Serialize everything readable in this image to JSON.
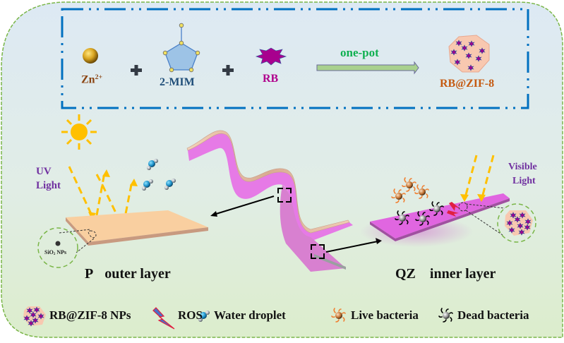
{
  "synthesis": {
    "reagents": [
      {
        "id": "zn",
        "label": "Zn",
        "superscript": "2+",
        "icon": "gold-sphere-icon",
        "color": "#8b4513"
      },
      {
        "id": "mim",
        "label": "2-MIM",
        "icon": "pentagon-molecule-icon",
        "color": "#1f4e79"
      },
      {
        "id": "rb",
        "label": "RB",
        "icon": "magenta-star-icon",
        "color": "#b0008c"
      }
    ],
    "plus_sign": "+",
    "arrow_label": "one-pot",
    "arrow_label_color": "#0fb050",
    "product_label": "RB@ZIF-8",
    "product_color": "#c55a11",
    "border_color": "#0070c0"
  },
  "left_panel": {
    "light_label_line1": "UV",
    "light_label_line2": "Light",
    "light_color": "#7030a0",
    "inset_label": "SiO",
    "inset_label_sub": "2",
    "inset_label_suffix": " NPs",
    "caption_prefix": "P",
    "caption": "outer layer",
    "surface_color": "#f9c99b"
  },
  "right_panel": {
    "light_label_line1": "Visible",
    "light_label_line2": "Light",
    "light_color": "#7030a0",
    "caption_prefix": "QZ",
    "caption": "inner layer",
    "surface_color": "#e066e0"
  },
  "legend": {
    "items": [
      {
        "icon": "rb-zif8-nanoparticle-icon",
        "label": "RB@ZIF-8 NPs"
      },
      {
        "icon": "ros-lightning-icon",
        "label": "ROS"
      },
      {
        "icon": "water-droplet-molecule-icon",
        "label": "Water droplet"
      },
      {
        "icon": "live-bacteria-icon",
        "label": "Live bacteria"
      },
      {
        "icon": "dead-bacteria-icon",
        "label": "Dead bacteria"
      }
    ]
  },
  "colors": {
    "frame_border": "#7ab648",
    "background_top": "#deebf5",
    "background_bottom": "#e3f0d5",
    "light_ray": "#ffc000",
    "fabric_outer": "#e8c0a5",
    "fabric_inner": "#e070e0"
  }
}
